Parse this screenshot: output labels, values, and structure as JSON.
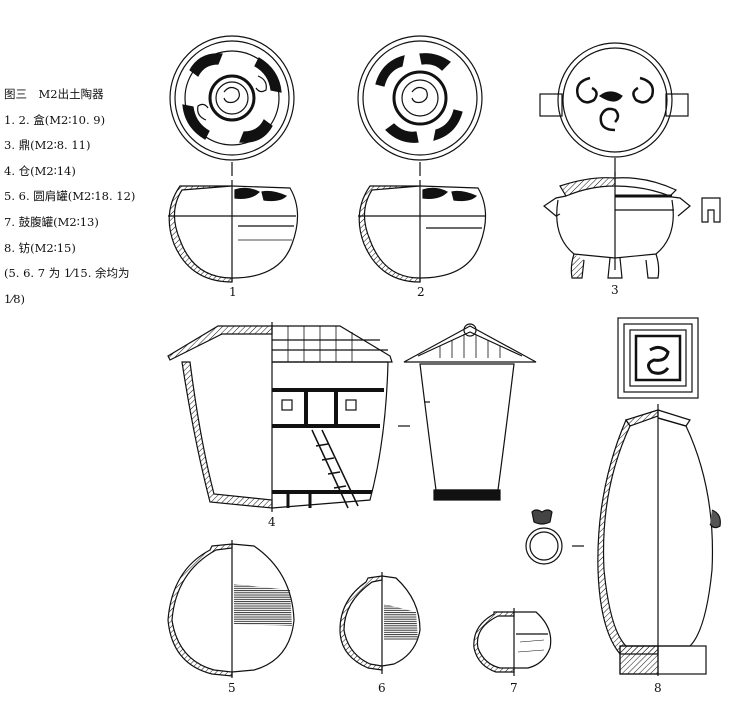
{
  "caption": {
    "title": "图三　M2出土陶器",
    "lines": [
      "1. 2. 盒(M2∶10. 9)",
      "3. 鼎(M2∶8. 11)",
      "4. 仓(M2∶14)",
      "5. 6. 圆肩罐(M2∶18. 12)",
      "7. 鼓腹罐(M2∶13)",
      "8. 钫(M2∶15)",
      "(5. 6. 7 为 1⁄15. 余均为",
      "1⁄8)"
    ]
  },
  "figure_labels": [
    "1",
    "2",
    "3",
    "4",
    "5",
    "6",
    "7",
    "8"
  ]
}
